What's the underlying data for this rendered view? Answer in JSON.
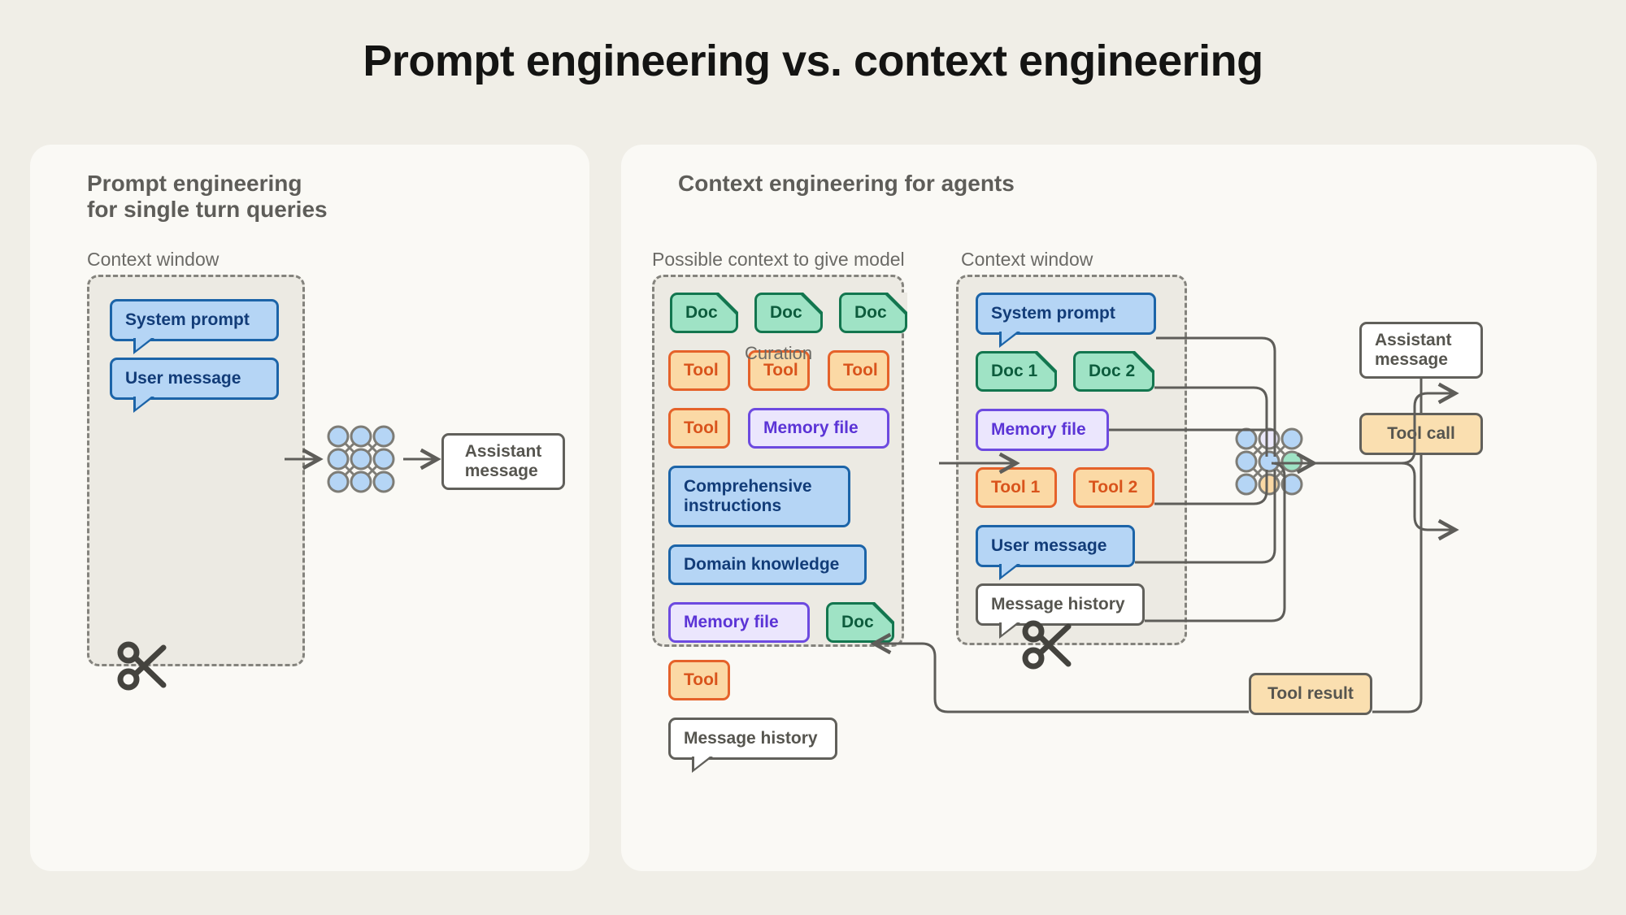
{
  "title": "Prompt engineering vs. context engineering",
  "colors": {
    "page_bg": "#f0eee7",
    "card_bg": "#faf9f5",
    "ctx_region_bg": "#eceae3",
    "blue": "#b5d5f5",
    "blue_border": "#1c64a8",
    "green": "#9fe3c5",
    "green_border": "#13764f",
    "tool": "#fbd9a5",
    "tool_border": "#e5622a",
    "memory": "#ebe6fd",
    "memory_border": "#6d4ae0",
    "neutral_border": "#61605b",
    "tool_call": "#fadfb0"
  },
  "left_panel": {
    "title": "Prompt engineering\nfor single turn queries",
    "context_label": "Context window",
    "items": [
      {
        "label": "System prompt",
        "kind": "blue"
      },
      {
        "label": "User message",
        "kind": "blue"
      }
    ],
    "model_icon": "neural-network-icon",
    "output": {
      "label": "Assistant\nmessage",
      "kind": "plain"
    },
    "truncate_icon": "scissors-icon"
  },
  "right_panel": {
    "title": "Context engineering for agents",
    "possible_label": "Possible context to give model",
    "context_label": "Context window",
    "curation_label": "Curation",
    "possible_items": [
      {
        "label": "Doc",
        "kind": "green"
      },
      {
        "label": "Doc",
        "kind": "green"
      },
      {
        "label": "Doc",
        "kind": "green"
      },
      {
        "label": "Tool",
        "kind": "tool"
      },
      {
        "label": "Tool",
        "kind": "tool"
      },
      {
        "label": "Tool",
        "kind": "tool"
      },
      {
        "label": "Tool",
        "kind": "tool"
      },
      {
        "label": "Memory file",
        "kind": "memory"
      },
      {
        "label": "Comprehensive\ninstructions",
        "kind": "blue"
      },
      {
        "label": "Domain knowledge",
        "kind": "blue"
      },
      {
        "label": "Memory file",
        "kind": "memory"
      },
      {
        "label": "Doc",
        "kind": "green"
      },
      {
        "label": "Tool",
        "kind": "tool"
      },
      {
        "label": "Message history",
        "kind": "plain"
      }
    ],
    "context_items": [
      {
        "label": "System prompt",
        "kind": "blue"
      },
      {
        "label": "Doc 1",
        "kind": "green"
      },
      {
        "label": "Doc 2",
        "kind": "green"
      },
      {
        "label": "Memory file",
        "kind": "memory"
      },
      {
        "label": "Tool 1",
        "kind": "tool"
      },
      {
        "label": "Tool 2",
        "kind": "tool"
      },
      {
        "label": "User message",
        "kind": "blue"
      },
      {
        "label": "Message history",
        "kind": "plain"
      }
    ],
    "model_icon": "neural-network-icon",
    "outputs": [
      {
        "label": "Assistant\nmessage",
        "kind": "plain"
      },
      {
        "label": "Tool call",
        "kind": "tool_call"
      }
    ],
    "tool_result": {
      "label": "Tool result",
      "kind": "tool_call"
    },
    "truncate_icon": "scissors-icon"
  },
  "neural_net_left": {
    "rows": 3,
    "cols": 3,
    "node_colors": [
      [
        "#b5d5f5",
        "#b5d5f5",
        "#b5d5f5"
      ],
      [
        "#b5d5f5",
        "#b5d5f5",
        "#b5d5f5"
      ],
      [
        "#b5d5f5",
        "#b5d5f5",
        "#b5d5f5"
      ]
    ]
  },
  "neural_net_right": {
    "rows": 3,
    "cols": 3,
    "node_colors": [
      [
        "#b5d5f5",
        "#ece9fb",
        "#b5d5f5"
      ],
      [
        "#b5d5f5",
        "#b5d5f5",
        "#9fe3c5"
      ],
      [
        "#b5d5f5",
        "#fbd9a5",
        "#b5d5f5"
      ]
    ]
  }
}
